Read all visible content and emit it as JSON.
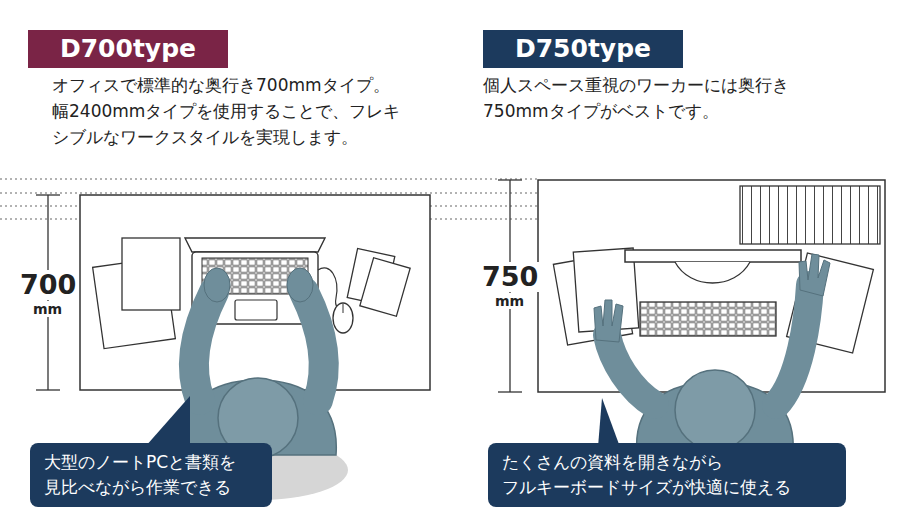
{
  "diagram": {
    "nodes": [
      {
        "text": [
          "D700type"
        ]
      },
      {
        "text": [
          "D750type"
        ]
      },
      {
        "text": [
          "大型のノートPCと書類を 見比べながら作業できる"
        ]
      },
      {
        "text": [
          "たくさんの資料を開きながら フルキーボードサイズが快適に使える"
        ]
      }
    ],
    "labels": [
      "オフィスで標準的な奥行き700mmタイプ。 幅2400mmタイプを使用することで、フレキ シブルなワークスタイルを実現します。",
      "個人スペース重視のワーカーには奥行き 750mmタイプがベストです。",
      "700",
      "mm",
      "750",
      "mm"
    ]
  }
}
